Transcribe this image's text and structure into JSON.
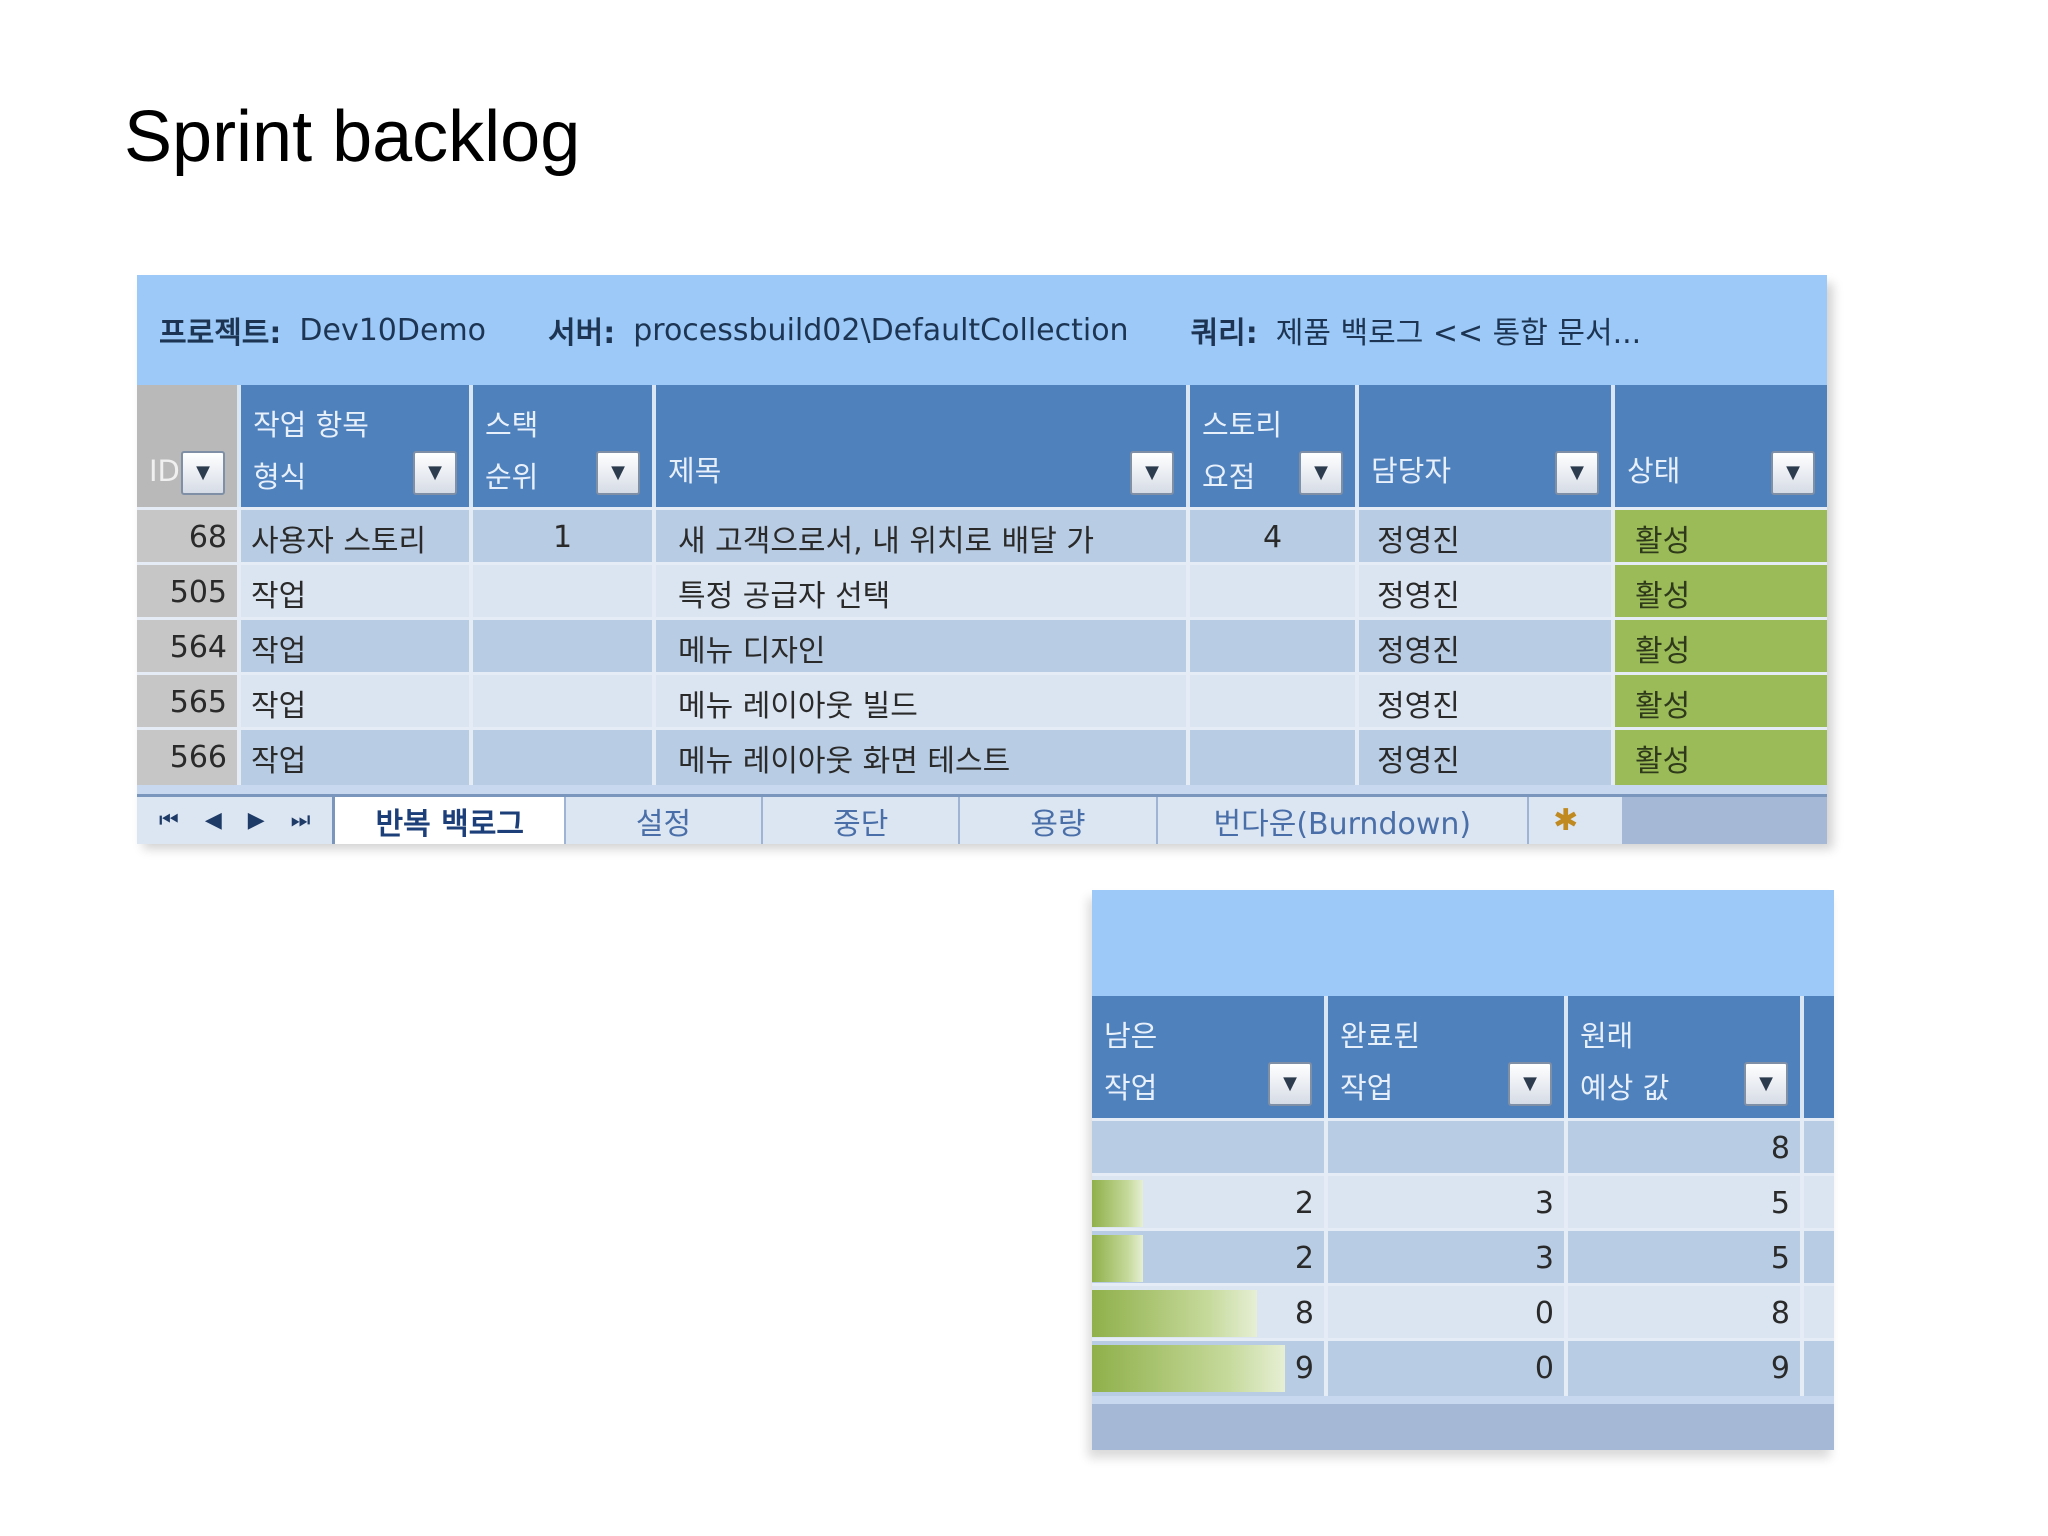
{
  "slide_title": "Sprint backlog",
  "info": {
    "project_label": "프로젝트:",
    "project_value": "Dev10Demo",
    "server_label": "서버:",
    "server_value": "processbuild02\\DefaultCollection",
    "query_label": "쿼리:",
    "query_value": "제품 백로그 << 통합 문서..."
  },
  "columns": {
    "id": "ID",
    "type_1": "작업 항목",
    "type_2": "형식",
    "rank_1": "스택",
    "rank_2": "순위",
    "title": "제목",
    "points_1": "스토리",
    "points_2": "요점",
    "assigned": "담당자",
    "state": "상태"
  },
  "rows": [
    {
      "id": "68",
      "type": "사용자 스토리",
      "rank": "1",
      "title": "새 고객으로서, 내 위치로 배달 가",
      "points": "4",
      "assigned": "정영진",
      "state": "활성"
    },
    {
      "id": "505",
      "type": "작업",
      "rank": "",
      "title": "특정 공급자 선택",
      "points": "",
      "assigned": "정영진",
      "state": "활성"
    },
    {
      "id": "564",
      "type": "작업",
      "rank": "",
      "title": "메뉴 디자인",
      "points": "",
      "assigned": "정영진",
      "state": "활성"
    },
    {
      "id": "565",
      "type": "작업",
      "rank": "",
      "title": "메뉴 레이아웃 빌드",
      "points": "",
      "assigned": "정영진",
      "state": "활성"
    },
    {
      "id": "566",
      "type": "작업",
      "rank": "",
      "title": "메뉴 레이아웃 화면 테스트",
      "points": "",
      "assigned": "정영진",
      "state": "활성"
    }
  ],
  "tabs": {
    "nav": [
      "⏮",
      "◀",
      "▶",
      "⏭"
    ],
    "active": "반복 백로그",
    "settings": "설정",
    "interruptions": "중단",
    "capacity": "용량",
    "burndown": "번다운(Burndown)",
    "new_sheet_icon": "insert-sheet-icon"
  },
  "columns2": {
    "remaining_1": "남은",
    "remaining_2": "작업",
    "completed_1": "완료된",
    "completed_2": "작업",
    "original_1": "원래",
    "original_2": "예상 값"
  },
  "rows2": [
    {
      "remaining": "",
      "completed": "",
      "original": "8",
      "bar_fraction": 0
    },
    {
      "remaining": "2",
      "completed": "3",
      "original": "5",
      "bar_fraction": 0.22
    },
    {
      "remaining": "2",
      "completed": "3",
      "original": "5",
      "bar_fraction": 0.22
    },
    {
      "remaining": "8",
      "completed": "0",
      "original": "8",
      "bar_fraction": 0.71
    },
    {
      "remaining": "9",
      "completed": "0",
      "original": "9",
      "bar_fraction": 0.83
    }
  ],
  "colors": {
    "header_blue": "#4f81bd",
    "info_bar": "#9cc9f7",
    "state_green": "#9bbb59"
  }
}
